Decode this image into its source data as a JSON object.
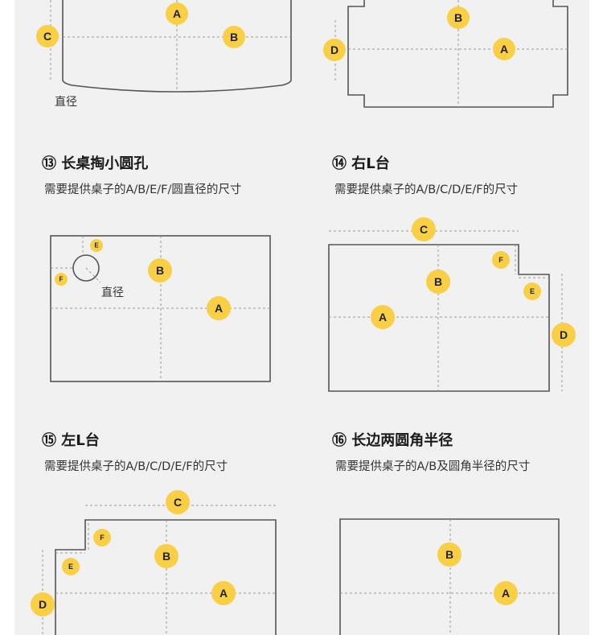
{
  "colors": {
    "panel": "#f1f1f1",
    "marker": "#f9cf45"
  },
  "top_left": {
    "markers": {
      "a": "A",
      "b": "B",
      "c": "C"
    },
    "diameter_label": "直径"
  },
  "top_right": {
    "markers": {
      "a": "A",
      "b": "B",
      "d": "D"
    }
  },
  "sections": [
    {
      "number": "⑬",
      "title": "长桌掏小圆孔",
      "subtitle": "需要提供桌子的A/B/E/F/圆直径的尺寸",
      "markers": {
        "a": "A",
        "b": "B",
        "e": "E",
        "f": "F"
      },
      "diameter_label": "直径"
    },
    {
      "number": "⑭",
      "title": "右L台",
      "subtitle": "需要提供桌子的A/B/C/D/E/F的尺寸",
      "markers": {
        "a": "A",
        "b": "B",
        "c": "C",
        "d": "D",
        "e": "E",
        "f": "F"
      }
    },
    {
      "number": "⑮",
      "title": "左L台",
      "subtitle": "需要提供桌子的A/B/C/D/E/F的尺寸",
      "markers": {
        "a": "A",
        "b": "B",
        "c": "C",
        "d": "D",
        "e": "E",
        "f": "F"
      }
    },
    {
      "number": "⑯",
      "title": "长边两圆角半径",
      "subtitle": "需要提供桌子的A/B及圆角半径的尺寸",
      "markers": {
        "a": "A",
        "b": "B"
      }
    }
  ]
}
